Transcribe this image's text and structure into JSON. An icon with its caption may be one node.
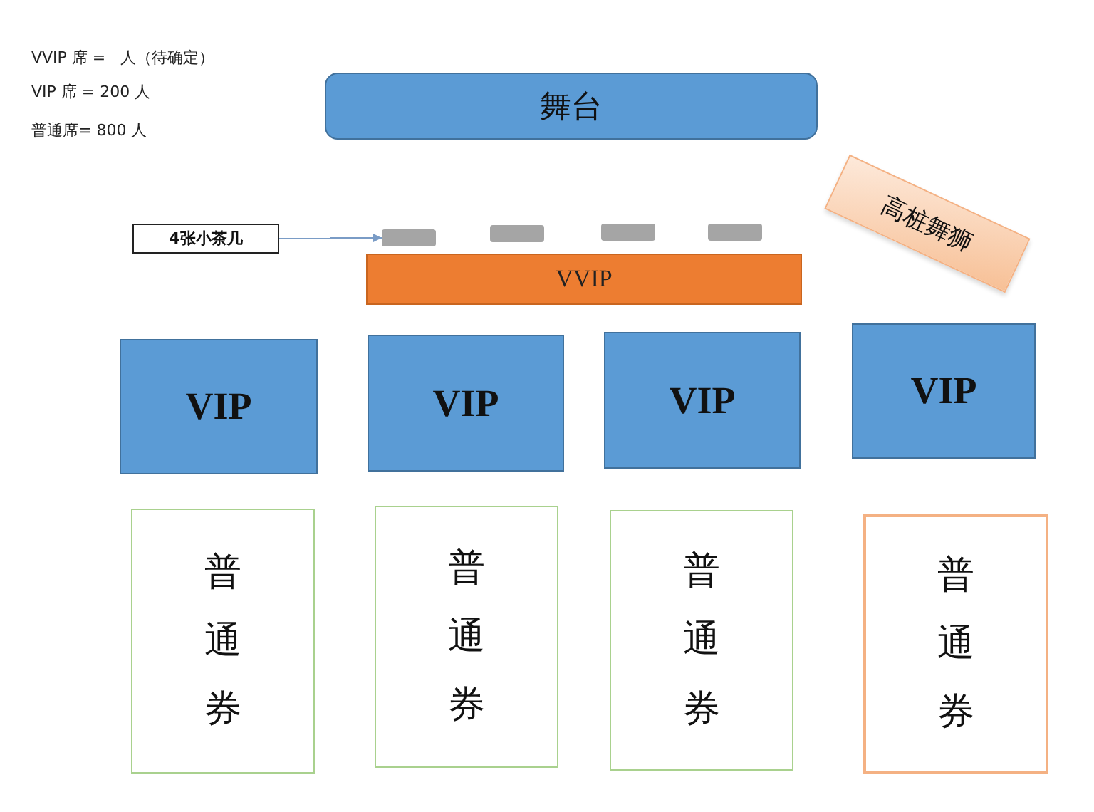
{
  "diagram": {
    "nodes": [
      {
        "text": [
          "舞台"
        ]
      },
      {
        "text": [
          "高桩舞狮"
        ]
      },
      {
        "text": [
          "4张小茶几"
        ]
      },
      {
        "text": [],
        "shape": "box"
      },
      {
        "text": [],
        "shape": "box"
      },
      {
        "text": [],
        "shape": "box"
      },
      {
        "text": [],
        "shape": "box"
      },
      {
        "text": [
          "VVIP"
        ]
      },
      {
        "text": [
          "VIP"
        ]
      },
      {
        "text": [
          "VIP"
        ]
      },
      {
        "text": [
          "VIP"
        ]
      },
      {
        "text": [
          "VIP"
        ]
      },
      {
        "text": [
          "普通券"
        ]
      },
      {
        "text": [
          "普通券"
        ]
      },
      {
        "text": [
          "普通券"
        ]
      },
      {
        "text": [
          "普通券"
        ]
      }
    ],
    "edges": [
      {
        "from": 2,
        "to": 3,
        "arrow": "to"
      }
    ],
    "labels": [
      "VVIP 席 =   人（待确定）",
      "VIP 席 = 200 人",
      "普通席= 800 人"
    ]
  }
}
